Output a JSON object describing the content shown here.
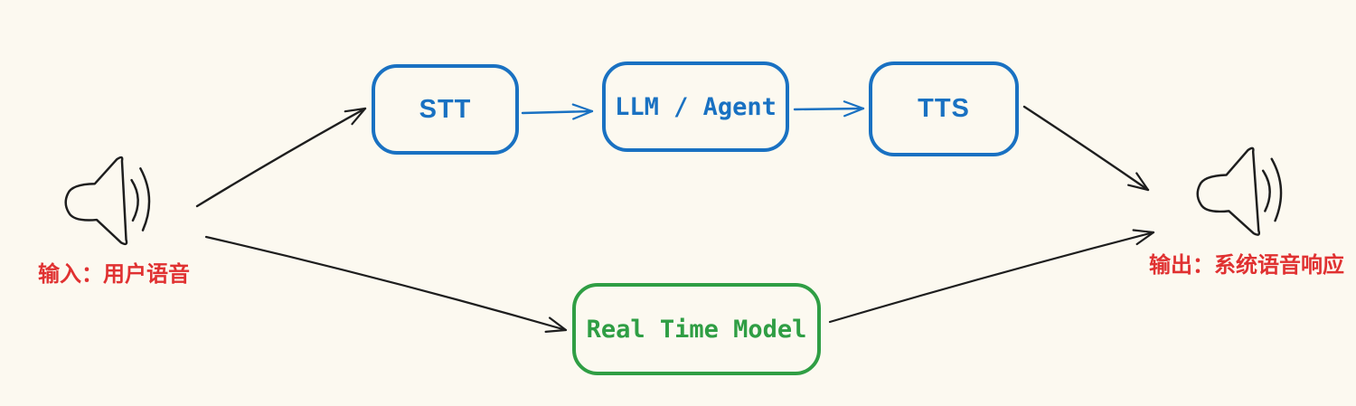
{
  "page": {
    "background": "#fcf9f0"
  },
  "labels": {
    "input": "输入：用户语音",
    "output": "输出：系统语音响应"
  },
  "nodes": {
    "stt": {
      "label": "STT",
      "color": "#1971c2"
    },
    "llm_agent": {
      "label": "LLM / Agent",
      "color": "#1971c2"
    },
    "tts": {
      "label": "TTS",
      "color": "#1971c2"
    },
    "realtime_model": {
      "label": "Real Time Model",
      "color": "#2f9e44"
    }
  },
  "icons": {
    "speaker_input": "speaker-icon",
    "speaker_output": "speaker-icon"
  },
  "colors": {
    "blue": "#1971c2",
    "green": "#2f9e44",
    "red": "#e03131",
    "ink": "#1e1e1e",
    "background": "#fcf9f0"
  },
  "edges": [
    {
      "from": "输入：用户语音",
      "to": "STT"
    },
    {
      "from": "STT",
      "to": "LLM / Agent"
    },
    {
      "from": "LLM / Agent",
      "to": "TTS"
    },
    {
      "from": "TTS",
      "to": "输出：系统语音响应"
    },
    {
      "from": "输入：用户语音",
      "to": "Real Time Model"
    },
    {
      "from": "Real Time Model",
      "to": "输出：系统语音响应"
    }
  ]
}
